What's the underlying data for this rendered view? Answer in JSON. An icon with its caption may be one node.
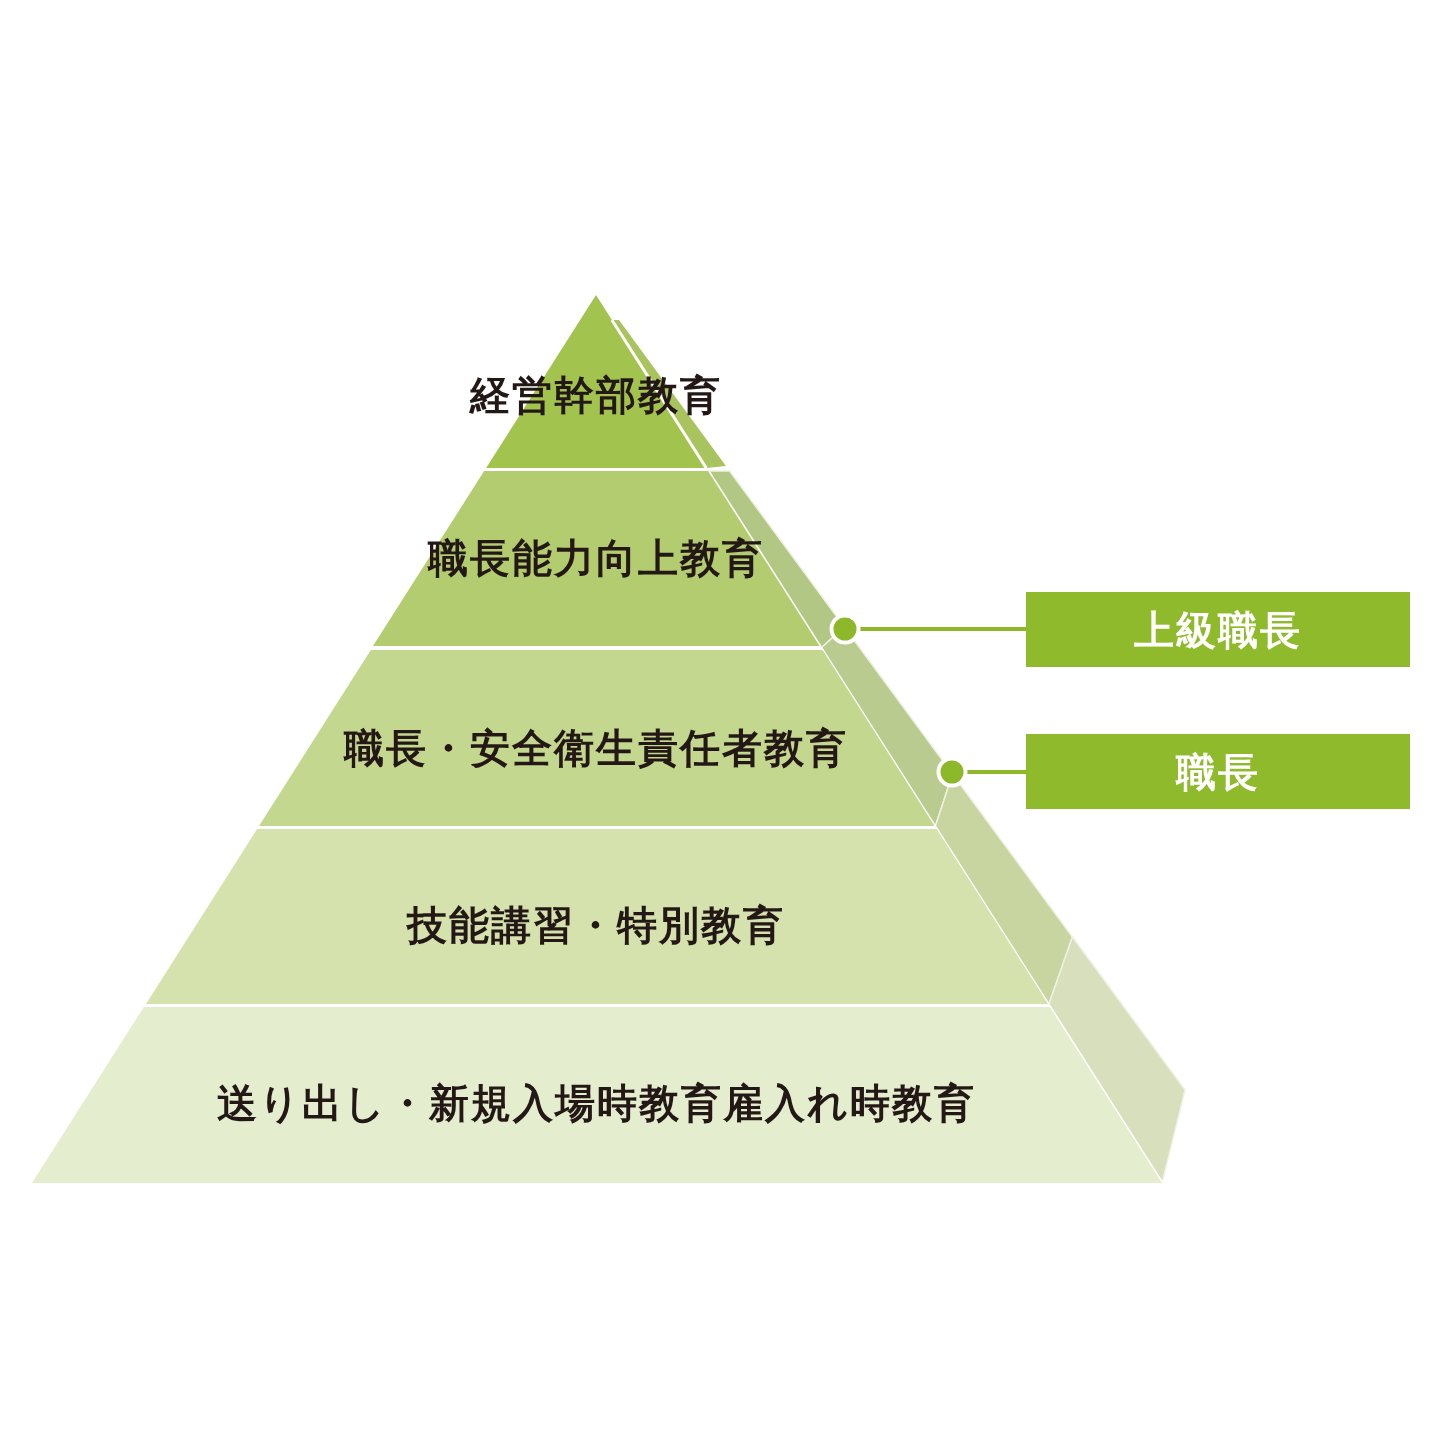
{
  "diagram": {
    "nodes": [
      {
        "text": [
          "経営幹部教育"
        ]
      },
      {
        "text": [
          "職長能力向上教育"
        ]
      },
      {
        "text": [
          "職長・安全衛生責任者教育"
        ]
      },
      {
        "text": [
          "技能講習・特別教育"
        ]
      },
      {
        "text": [
          "送り出し・新規入場時教育雇入れ時教育"
        ]
      },
      {
        "text": [
          "上級職長"
        ]
      },
      {
        "text": [
          "職長"
        ]
      },
      {
        "text": [],
        "shape": "circle"
      },
      {
        "text": [],
        "shape": "circle"
      }
    ],
    "edges": [
      {
        "from": 5,
        "to": 7,
        "arrow": "none"
      },
      {
        "from": 6,
        "to": 8,
        "arrow": "none"
      }
    ]
  }
}
